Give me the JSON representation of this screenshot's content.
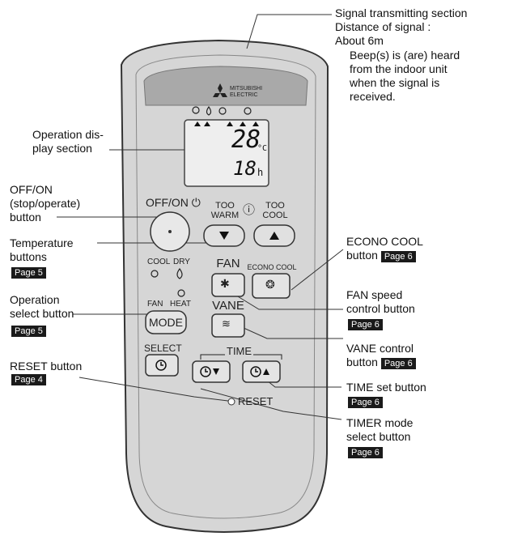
{
  "annotations": {
    "signal": [
      "Signal transmitting section",
      "Distance of signal :",
      "About 6m"
    ],
    "beep": [
      "Beep(s) is (are) heard",
      "from the indoor unit",
      "when the signal is",
      "received."
    ],
    "display": [
      "Operation dis-",
      "play section"
    ],
    "offon": [
      "OFF/ON",
      "(stop/operate)",
      "button"
    ],
    "temp": [
      "Temperature",
      "buttons"
    ],
    "temp_page": "Page 5",
    "opsel": [
      "Operation",
      "select button"
    ],
    "opsel_page": "Page 5",
    "reset": "RESET button",
    "reset_page": "Page 4",
    "econo": [
      "ECONO COOL",
      "button"
    ],
    "econo_page": "Page 6",
    "fan": [
      "FAN speed",
      "control button"
    ],
    "fan_page": "Page 6",
    "vane": [
      "VANE control",
      "button"
    ],
    "vane_page": "Page 6",
    "timeset": "TIME set button",
    "timeset_page": "Page 6",
    "timer": [
      "TIMER mode",
      "select button"
    ],
    "timer_page": "Page 6"
  },
  "remote": {
    "brand": [
      "MITSUBISHI",
      "ELECTRIC"
    ],
    "offon_label": "OFF/ON",
    "too_warm": [
      "TOO",
      "WARM"
    ],
    "too_cool": [
      "TOO",
      "COOL"
    ],
    "fan_label": "FAN",
    "vane_label": "VANE",
    "econo_label": "ECONO COOL",
    "cool": "COOL",
    "dry": "DRY",
    "fan_mode": "FAN",
    "heat": "HEAT",
    "mode_label": "MODE",
    "select_label": "SELECT",
    "time_label": "TIME",
    "reset_label": "RESET",
    "lcd_temp": "28",
    "lcd_unit": "°C",
    "lcd_time": "18",
    "lcd_time_unit": "h"
  }
}
